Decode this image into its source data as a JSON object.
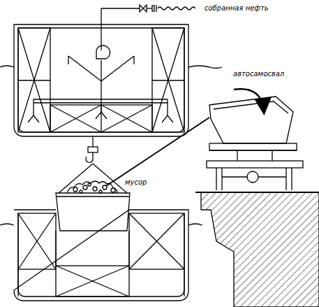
{
  "diagram": {
    "labels": [
      "собранная нефть",
      "автосамосвал",
      "мусор"
    ]
  }
}
